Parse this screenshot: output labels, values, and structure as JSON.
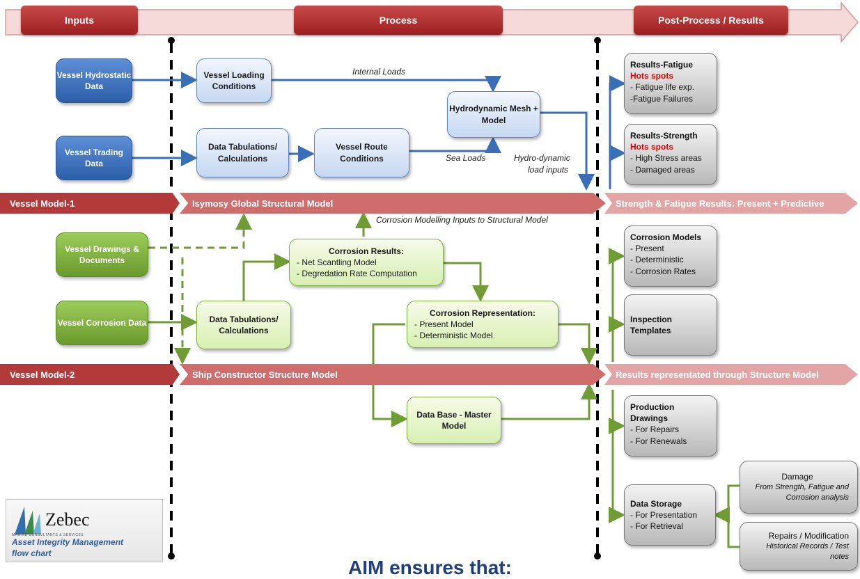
{
  "phases": {
    "inputs": "Inputs",
    "process": "Process",
    "post": "Post-Process / Results"
  },
  "inputs": {
    "hydrostatic": "Vessel Hydrostatic Data",
    "trading": "Vessel Trading Data",
    "drawings": "Vessel Drawings & Documents",
    "corrosion": "Vessel Corrosion Data"
  },
  "process": {
    "loading": "Vessel Loading Conditions",
    "tabulations1": "Data Tabulations/ Calculations",
    "route": "Vessel Route Conditions",
    "hydro_mesh": "Hydrodynamic Mesh + Model",
    "tabulations2": "Data Tabulations/ Calculations",
    "corr_results_title": "Corrosion Results:",
    "corr_results_items": [
      "- Net Scantling Model",
      "- Degredation Rate Computation"
    ],
    "corr_repr_title": "Corrosion Representation:",
    "corr_repr_items": [
      "- Present Model",
      "- Deterministic Model"
    ],
    "database": "Data Base - Master Model"
  },
  "labels": {
    "internal_loads": "Internal Loads",
    "sea_loads": "Sea Loads",
    "hydro_inputs_1": "Hydro-dynamic",
    "hydro_inputs_2": "load inputs",
    "corrosion_inputs": "Corrosion Modelling Inputs to Structural Model"
  },
  "bands": {
    "model1": "Vessel Model-1",
    "isymosy": "Isymosy Global Structural Model",
    "strength_fatigue": "Strength & Fatigue Results: Present + Predictive",
    "model2": "Vessel Model-2",
    "ship_constructor": "Ship Constructor Structure Model",
    "results_repr": "Results representated through Structure Model"
  },
  "results": {
    "fatigue": {
      "title": "Results-Fatigue",
      "highlight": "Hots spots",
      "items": [
        "- Fatigue life exp.",
        "-Fatigue Failures"
      ]
    },
    "strength": {
      "title": "Results-Strength",
      "highlight": "Hots spots",
      "items": [
        "- High Stress areas",
        "- Damaged areas"
      ]
    },
    "corrosion_models": {
      "title": "Corrosion Models",
      "items": [
        "- Present",
        "- Deterministic",
        "- Corrosion Rates"
      ]
    },
    "inspection": {
      "title": "Inspection Templates"
    },
    "production": {
      "title": "Production Drawings",
      "items": [
        "- For Repairs",
        "- For Renewals"
      ]
    },
    "storage": {
      "title": "Data Storage",
      "items": [
        "- For Presentation",
        "- For Retrieval"
      ]
    },
    "damage": {
      "title": "Damage",
      "subtitle": "From Strength, Fatigue and Corrosion analysis"
    },
    "repairs": {
      "title": "Repairs / Modification",
      "subtitle": "Historical Records / Test notes"
    }
  },
  "logo": {
    "brand": "Zebec",
    "tagline": "MARINE CONSULTANTS & SERVICES",
    "caption_1": "Asset Integrity Management",
    "caption_2": "flow chart"
  },
  "footer": {
    "heading": "AIM ensures that:"
  },
  "colors": {
    "band_red": "#b33a3a",
    "band_pink": "#d78f8f",
    "blue": "#3a6fb8",
    "green": "#6f9c35",
    "phase_red": "#b02a2a"
  }
}
